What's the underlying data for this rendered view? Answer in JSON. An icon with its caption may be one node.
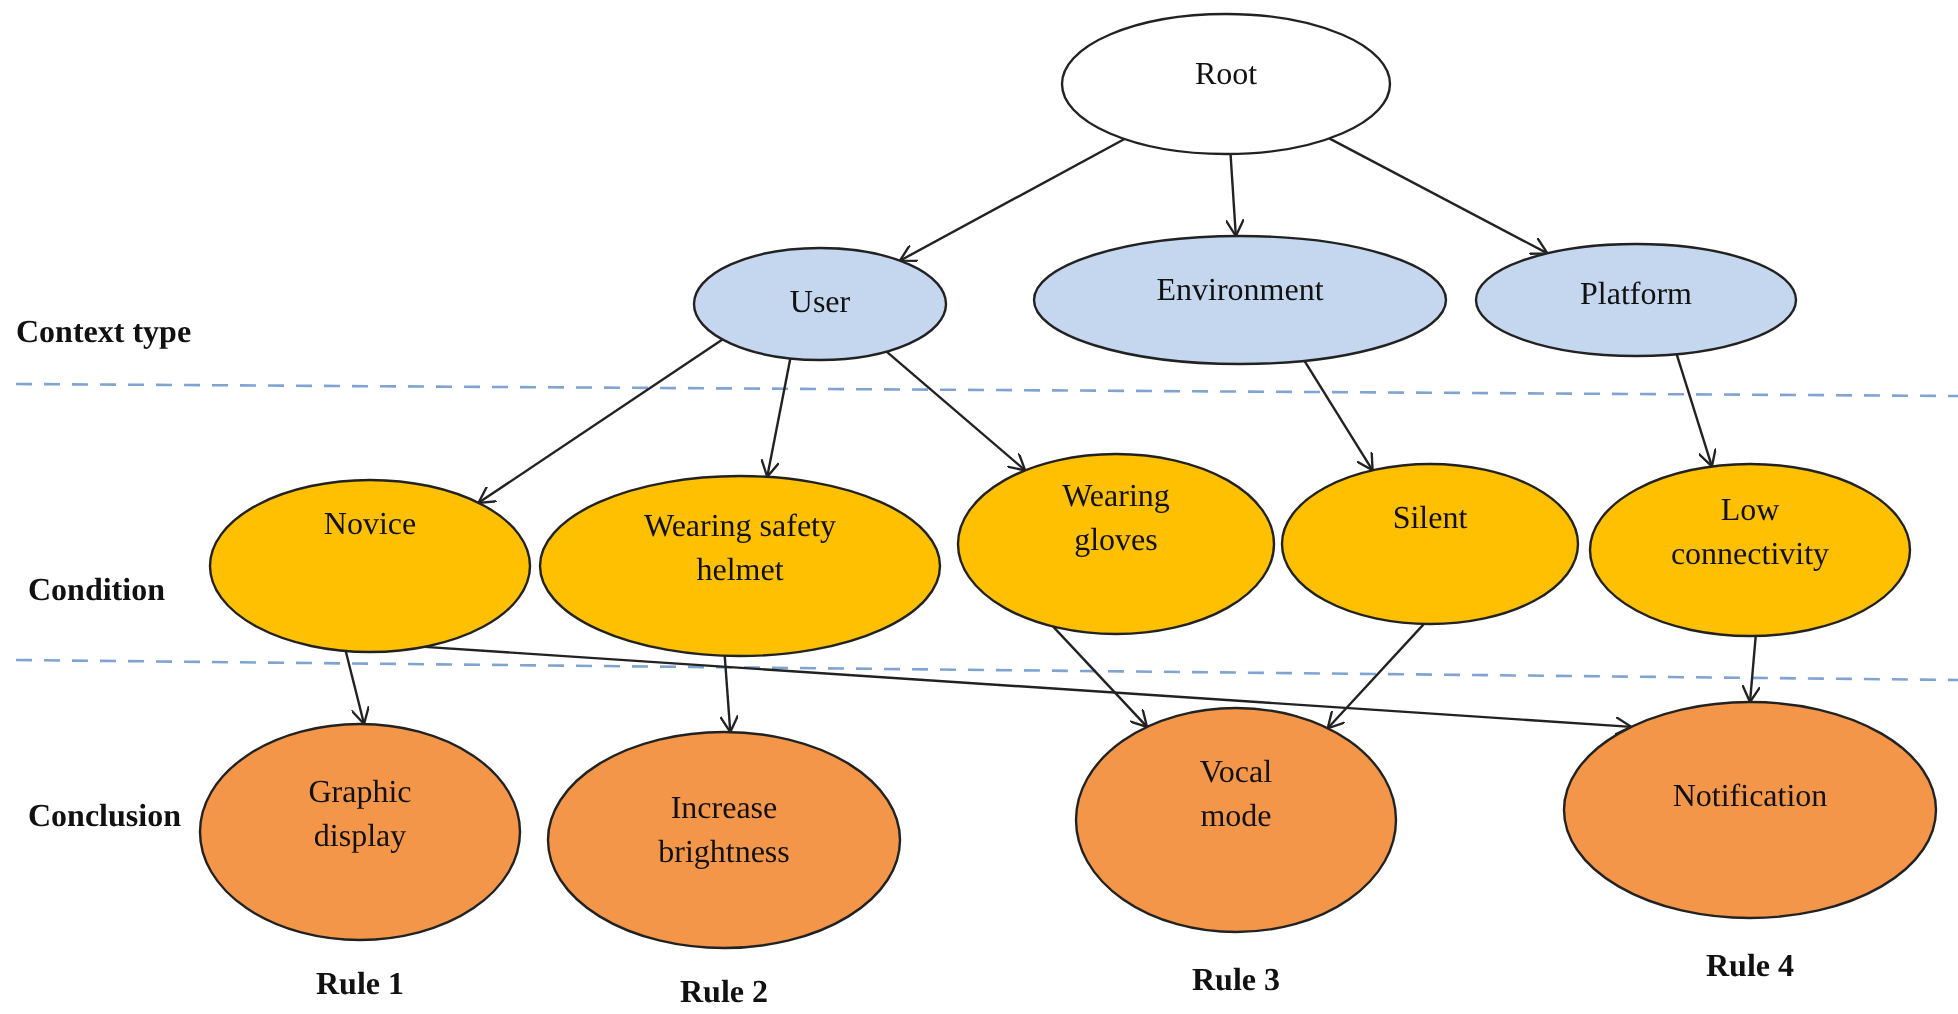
{
  "diagram": {
    "nodes": [
      {
        "text": [
          "Root"
        ]
      },
      {
        "text": [
          "User"
        ]
      },
      {
        "text": [
          "Environment"
        ]
      },
      {
        "text": [
          "Platform"
        ]
      },
      {
        "text": [
          "Novice"
        ]
      },
      {
        "text": [
          "Wearing safety helmet"
        ]
      },
      {
        "text": [
          "Wearing gloves"
        ]
      },
      {
        "text": [
          "Silent"
        ]
      },
      {
        "text": [
          "Low connectivity"
        ]
      },
      {
        "text": [
          "Graphic display"
        ],
        "beside": [
          "Rule 1"
        ]
      },
      {
        "text": [
          "Increase brightness"
        ],
        "beside": [
          "Rule 2"
        ]
      },
      {
        "text": [
          "Vocal mode"
        ],
        "beside": [
          "Rule 3"
        ]
      },
      {
        "text": [
          "Notification"
        ],
        "beside": [
          "Rule 4"
        ]
      }
    ],
    "edges": [
      {
        "from": 0,
        "to": 1,
        "arrow": "to"
      },
      {
        "from": 0,
        "to": 2,
        "arrow": "to"
      },
      {
        "from": 0,
        "to": 3,
        "arrow": "to"
      },
      {
        "from": 1,
        "to": 4,
        "arrow": "to"
      },
      {
        "from": 1,
        "to": 5,
        "arrow": "to"
      },
      {
        "from": 1,
        "to": 6,
        "arrow": "to"
      },
      {
        "from": 2,
        "to": 7,
        "arrow": "to"
      },
      {
        "from": 3,
        "to": 8,
        "arrow": "to"
      },
      {
        "from": 4,
        "to": 9,
        "arrow": "to"
      },
      {
        "from": 4,
        "to": 12,
        "arrow": "to"
      },
      {
        "from": 5,
        "to": 10,
        "arrow": "to"
      },
      {
        "from": 6,
        "to": 11,
        "arrow": "to"
      },
      {
        "from": 7,
        "to": 11,
        "arrow": "to"
      },
      {
        "from": 8,
        "to": 12,
        "arrow": "to"
      }
    ],
    "labels": [
      "Context type",
      "Condition",
      "Conclusion"
    ]
  }
}
